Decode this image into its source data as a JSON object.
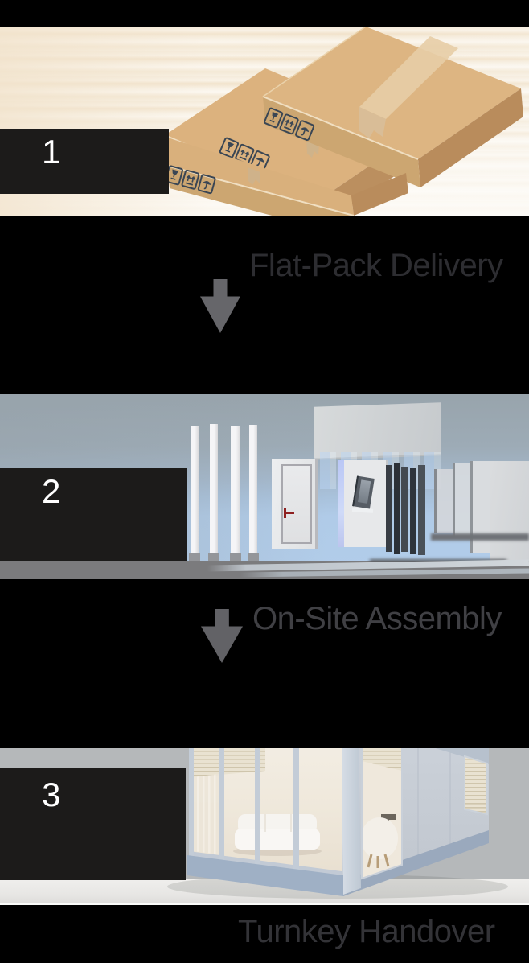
{
  "page": {
    "type": "process-infographic",
    "background": "#000000"
  },
  "steps": [
    {
      "number": "1",
      "caption": "Flat-Pack Delivery",
      "image": "three flat-packed cardboard shipping boxes",
      "package_icons": [
        "fragile-glass",
        "this-side-up",
        "keep-dry"
      ]
    },
    {
      "number": "2",
      "caption": "On-Site Assembly",
      "image": "exploded modular wall, door and glass panels above a floor deck"
    },
    {
      "number": "3",
      "caption": "Turnkey Handover",
      "image": "finished modular glass cabin with furnished interior"
    }
  ],
  "colors": {
    "page_bg": "#000000",
    "label_box": "#1c1b1a",
    "step_number": "#ffffff",
    "caption_text": "#38383c",
    "arrow": "#66666a",
    "cardboard_top": "#dcb27e",
    "cardboard_front": "#cca671",
    "cardboard_side": "#bb8f5f",
    "packing_icon": "#3a4654",
    "tape": "#e6cda6",
    "step1_bg": "#f4ead9",
    "assembly_sky": "#aecbe9",
    "assembly_floor": "#7b7b7d",
    "door_handle": "#8e2020",
    "building_backdrop": "#b5b8ba",
    "ground": "#eae9e7",
    "building_wall": "#c9cfd7",
    "building_fascia": "#c8d1db"
  }
}
